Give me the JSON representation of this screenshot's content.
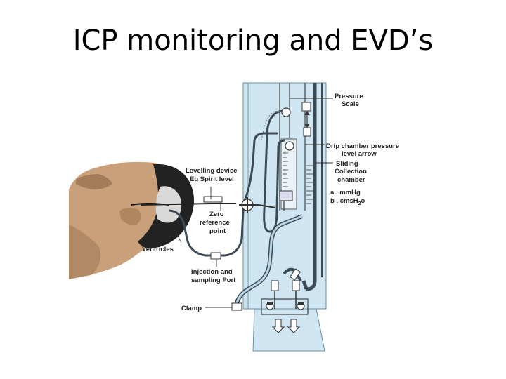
{
  "slide": {
    "title": "ICP monitoring and EVD’s"
  },
  "labels": {
    "pressure_scale_1": "Pressure",
    "pressure_scale_2": "Scale",
    "drip_arrow_1": "Drip chamber pressure",
    "drip_arrow_2": "level arrow",
    "collection_1": "Sliding",
    "collection_2": "Collection",
    "collection_3": "chamber",
    "units_a": "a . mmHg",
    "units_b": "b . cmsH",
    "units_b_sub": "2",
    "units_b_end": "o",
    "levelling_1": "Levelling device",
    "levelling_2": "Eg Spirit level",
    "zero_1": "Zero",
    "zero_2": "reference",
    "zero_3": "point",
    "ventricles": "Ventricles",
    "injection_1": "Injection and",
    "injection_2": "sampling Port",
    "clamp": "Clamp"
  },
  "colors": {
    "panel": "#cfe6f2",
    "panel_stroke": "#6a8ea3",
    "tube_dark": "#3c4a56",
    "tube_light": "#b9d6e6",
    "skin": "#c9a07a",
    "skin_shadow": "#8a6444",
    "cap": "#222222"
  }
}
